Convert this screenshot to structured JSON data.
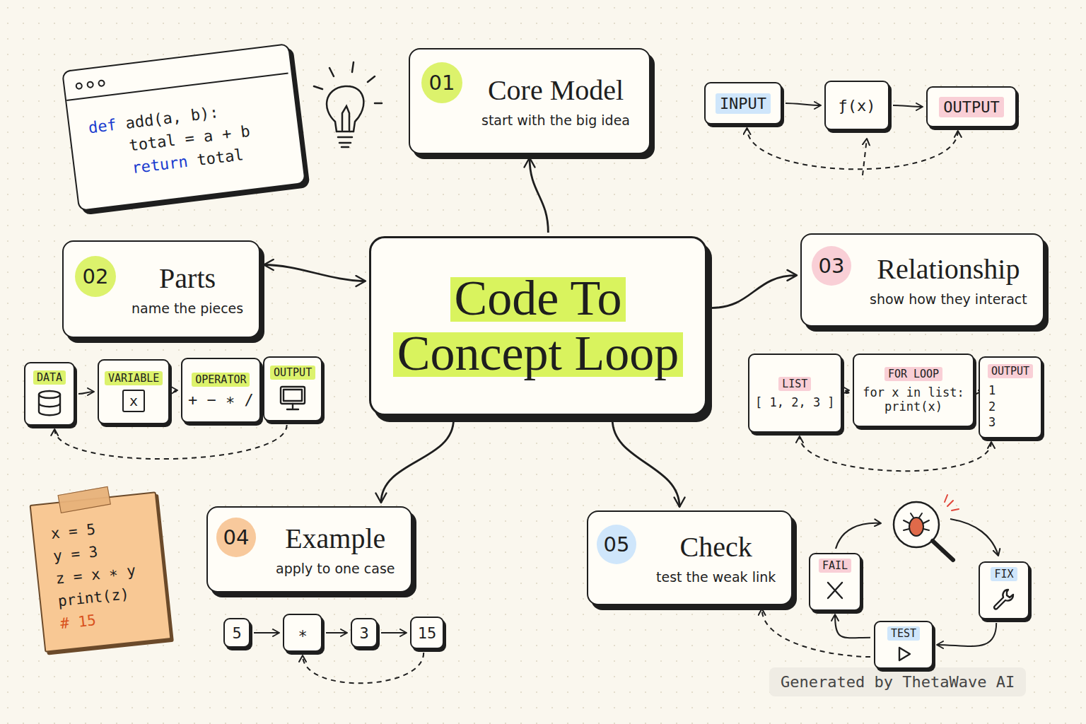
{
  "diagram": {
    "nodes": [
      {
        "text": [
          "def add(a, b):",
          "total = a + b",
          "return total"
        ]
      },
      {
        "text": [
          "Core Model",
          "start with the big idea"
        ]
      },
      {
        "text": [
          "01"
        ],
        "in": 1
      },
      {
        "text": [
          "INPUT"
        ]
      },
      {
        "text": [
          "ƒ(x)"
        ]
      },
      {
        "text": [
          "OUTPUT"
        ]
      },
      {
        "text": [
          "Parts",
          "name the pieces"
        ]
      },
      {
        "text": [
          "02"
        ],
        "in": 6
      },
      {
        "text": [
          "Code To Concept Loop"
        ]
      },
      {
        "text": [
          "Relationship",
          "show how they interact"
        ]
      },
      {
        "text": [
          "03"
        ],
        "in": 9
      },
      {
        "text": [
          "DATA"
        ]
      },
      {
        "text": [
          "VARIABLE",
          "x"
        ]
      },
      {
        "text": [
          "OPERATOR",
          "+ − ∗ /"
        ]
      },
      {
        "text": [
          "OUTPUT"
        ]
      },
      {
        "text": [
          "LIST",
          "[ 1, 2, 3 ]"
        ]
      },
      {
        "text": [
          "FOR LOOP",
          "for x in list: print(x)"
        ]
      },
      {
        "text": [
          "OUTPUT",
          "1 2 3"
        ]
      },
      {
        "text": [
          "x = 5",
          "y = 3",
          "z = x ∗ y",
          "print(z)",
          "# 15"
        ]
      },
      {
        "text": [
          "Example",
          "apply to one case"
        ]
      },
      {
        "text": [
          "04"
        ],
        "in": 19
      },
      {
        "text": [
          "Check",
          "test the weak link"
        ]
      },
      {
        "text": [
          "05"
        ],
        "in": 21
      },
      {
        "text": [
          "FAIL"
        ]
      },
      {
        "text": [
          "FIX"
        ]
      },
      {
        "text": [
          "5"
        ]
      },
      {
        "text": [
          "∗"
        ]
      },
      {
        "text": [
          "3"
        ]
      },
      {
        "text": [
          "15"
        ]
      },
      {
        "text": [
          "TEST"
        ]
      }
    ],
    "edges": [
      {
        "from": 8,
        "to": 1,
        "arrow": "to"
      },
      {
        "from": 6,
        "to": 8,
        "arrow": "both"
      },
      {
        "from": 8,
        "to": 9,
        "arrow": "to"
      },
      {
        "from": 8,
        "to": 19,
        "arrow": "to"
      },
      {
        "from": 8,
        "to": 21,
        "arrow": "to"
      },
      {
        "from": 3,
        "to": 4,
        "arrow": "to"
      },
      {
        "from": 4,
        "to": 5,
        "arrow": "to"
      },
      {
        "from": 5,
        "to": 3,
        "arrow": "both"
      },
      {
        "from": 11,
        "to": 12,
        "arrow": "to"
      },
      {
        "from": 12,
        "to": 13,
        "arrow": "to"
      },
      {
        "from": 13,
        "to": 14,
        "arrow": "to"
      },
      {
        "from": 14,
        "to": 11,
        "arrow": "to"
      },
      {
        "from": 15,
        "to": 16,
        "arrow": "to"
      },
      {
        "from": 16,
        "to": 17,
        "arrow": "to"
      },
      {
        "from": 17,
        "to": 15,
        "arrow": "both"
      },
      {
        "from": 25,
        "to": 26,
        "arrow": "to"
      },
      {
        "from": 26,
        "to": 27,
        "arrow": "to"
      },
      {
        "from": 27,
        "to": 28,
        "arrow": "to"
      },
      {
        "from": 28,
        "to": 26,
        "arrow": "to"
      },
      {
        "from": 24,
        "to": 29,
        "arrow": "to"
      },
      {
        "from": 29,
        "to": 23,
        "arrow": "to"
      },
      {
        "from": 29,
        "to": 21,
        "arrow": "to"
      }
    ],
    "labels": [
      "Generated by ThetaWave AI"
    ]
  }
}
